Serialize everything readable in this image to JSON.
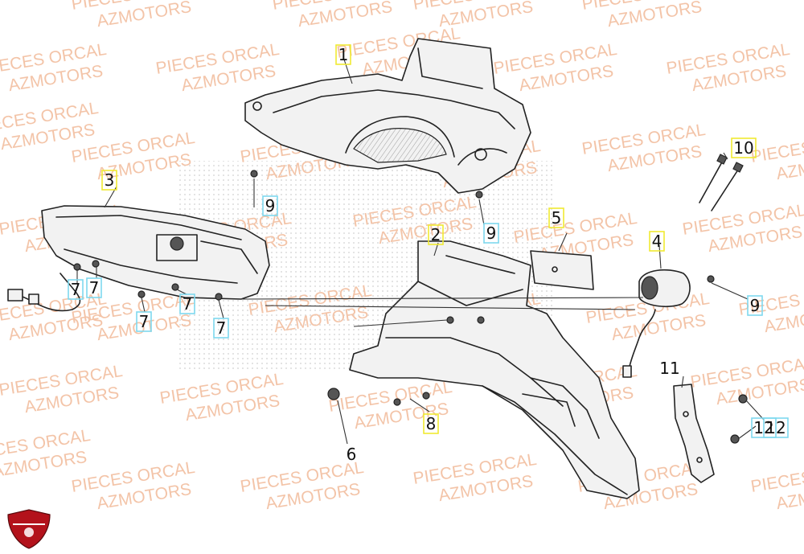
{
  "watermark": {
    "line1": "PIECES ORCAL",
    "line2": "AZMOTORS",
    "color": "#f3c4a8"
  },
  "logo": {
    "icon": "azmotors-shield-logo",
    "color": "#b3121b"
  },
  "callouts": [
    {
      "number": "1",
      "box": "yellow"
    },
    {
      "number": "2",
      "box": "yellow"
    },
    {
      "number": "3",
      "box": "yellow"
    },
    {
      "number": "4",
      "box": "yellow"
    },
    {
      "number": "5",
      "box": "yellow"
    },
    {
      "number": "6",
      "box": "none"
    },
    {
      "number": "7",
      "box": "cyan"
    },
    {
      "number": "7",
      "box": "cyan"
    },
    {
      "number": "7",
      "box": "cyan"
    },
    {
      "number": "7",
      "box": "cyan"
    },
    {
      "number": "7",
      "box": "cyan"
    },
    {
      "number": "8",
      "box": "yellow"
    },
    {
      "number": "9",
      "box": "cyan"
    },
    {
      "number": "9",
      "box": "cyan"
    },
    {
      "number": "9",
      "box": "cyan"
    },
    {
      "number": "10",
      "box": "yellow"
    },
    {
      "number": "11",
      "box": "none"
    },
    {
      "number": "12",
      "box": "cyan"
    },
    {
      "number": "12",
      "box": "cyan"
    }
  ],
  "colors": {
    "yellow_box": "#f0ea32",
    "cyan_box": "#7fd9ee",
    "lines": "#222222"
  }
}
